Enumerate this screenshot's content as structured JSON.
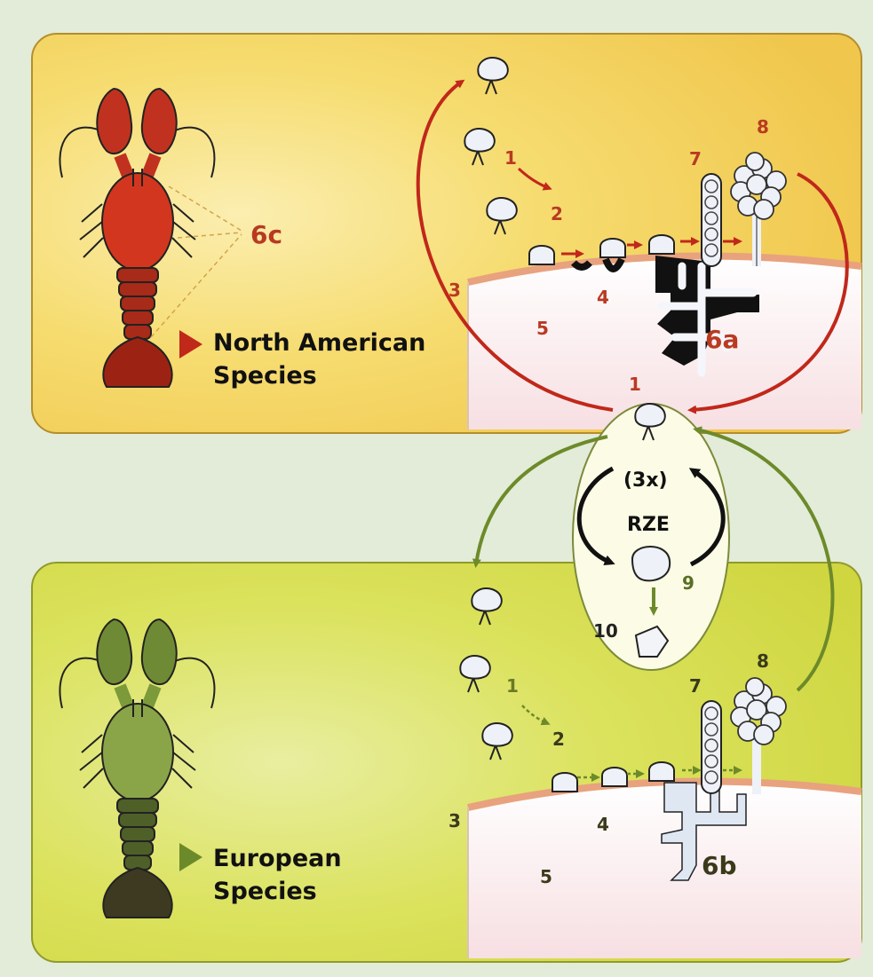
{
  "colors": {
    "na_accent": "#c0281a",
    "eu_accent": "#6d8a2a",
    "na_panel": "#f6db6a",
    "eu_panel": "#d9e25a",
    "background": "#e3ecd8"
  },
  "north_american": {
    "label_line1": "North American",
    "label_line2": "Species",
    "numbers": {
      "n1": "1",
      "n2": "2",
      "n3": "3",
      "n4": "4",
      "n5": "5",
      "n6a": "6a",
      "n6c": "6c",
      "n7": "7",
      "n8": "8"
    }
  },
  "central": {
    "n1": "1",
    "times": "(3x)",
    "rze": "RZE",
    "n9": "9",
    "n10": "10"
  },
  "european": {
    "label_line1": "European",
    "label_line2": "Species",
    "numbers": {
      "n1": "1",
      "n2": "2",
      "n3": "3",
      "n4": "4",
      "n5": "5",
      "n6b": "6b",
      "n7": "7",
      "n8": "8"
    }
  }
}
